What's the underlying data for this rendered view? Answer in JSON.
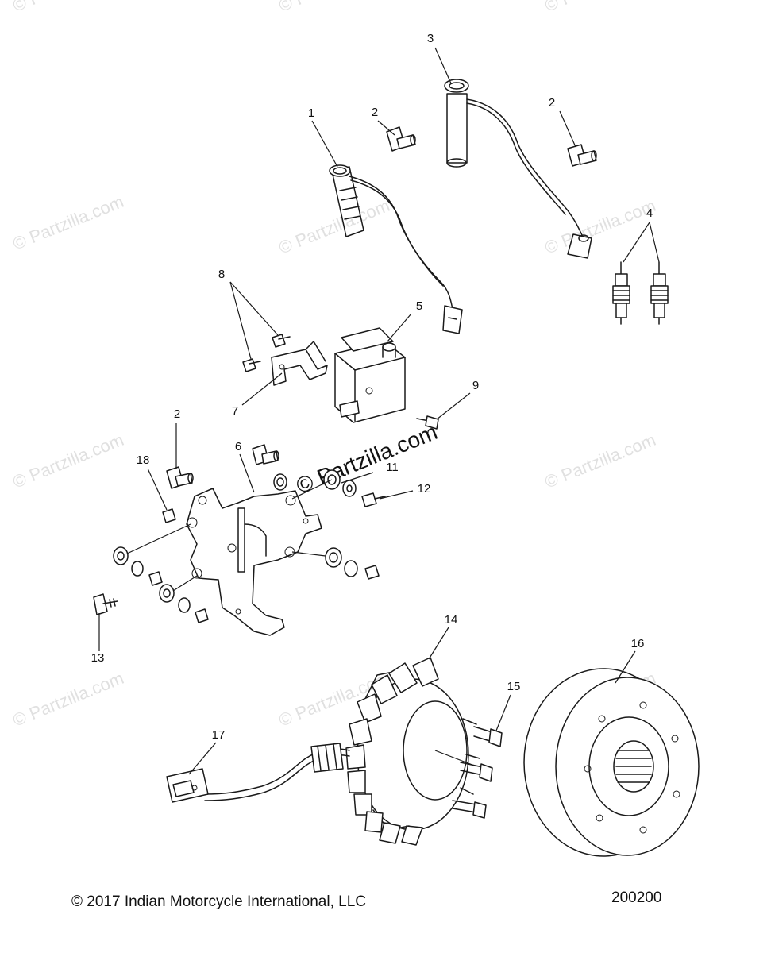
{
  "callouts": [
    {
      "id": "1",
      "text": "1"
    },
    {
      "id": "2a",
      "text": "2"
    },
    {
      "id": "3",
      "text": "3"
    },
    {
      "id": "2b",
      "text": "2"
    },
    {
      "id": "4",
      "text": "4"
    },
    {
      "id": "8",
      "text": "8"
    },
    {
      "id": "5",
      "text": "5"
    },
    {
      "id": "7",
      "text": "7"
    },
    {
      "id": "9",
      "text": "9"
    },
    {
      "id": "2c",
      "text": "2"
    },
    {
      "id": "6",
      "text": "6"
    },
    {
      "id": "18",
      "text": "18"
    },
    {
      "id": "11",
      "text": "11"
    },
    {
      "id": "12",
      "text": "12"
    },
    {
      "id": "13",
      "text": "13"
    },
    {
      "id": "14",
      "text": "14"
    },
    {
      "id": "16",
      "text": "16"
    },
    {
      "id": "15",
      "text": "15"
    },
    {
      "id": "17",
      "text": "17"
    }
  ],
  "watermark": {
    "text": "© Partzilla.com",
    "center_text": "© Partzilla.com"
  },
  "footer": {
    "copyright": "© 2017 Indian Motorcycle International, LLC",
    "drawing_number": "200200"
  }
}
